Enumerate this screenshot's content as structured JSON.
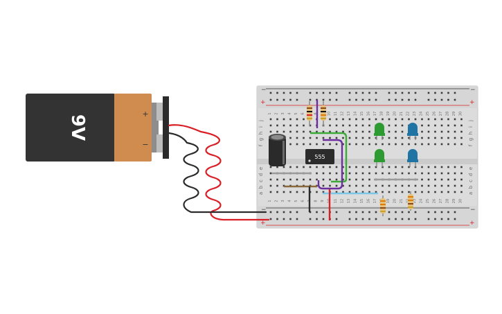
{
  "battery": {
    "voltage_label": "9V",
    "plus_symbol": "+",
    "minus_symbol": "−",
    "body_color": "#333333",
    "cap_color": "#d08c4f"
  },
  "breadboard": {
    "rail_minus": "−",
    "rail_plus": "+",
    "row_letters_top": [
      "j",
      "i",
      "h",
      "g",
      "f"
    ],
    "row_letters_bottom": [
      "e",
      "d",
      "c",
      "b",
      "a"
    ],
    "column_numbers": [
      "1",
      "2",
      "3",
      "4",
      "5",
      "6",
      "7",
      "8",
      "9",
      "10",
      "11",
      "12",
      "13",
      "14",
      "15",
      "16",
      "17",
      "18",
      "19",
      "20",
      "21",
      "22",
      "23",
      "24",
      "25",
      "26",
      "27",
      "28",
      "29",
      "30"
    ]
  },
  "components": {
    "chip_label": "555",
    "led_colors": [
      "#2e9b32",
      "#2e9b32",
      "#1f74a4",
      "#1f74a4"
    ],
    "capacitor": "electrolytic-capacitor",
    "resistor_count": 4
  },
  "colors": {
    "red_wire": "#d91f26",
    "black_wire": "#2b2b2b",
    "green_wire": "#3daa3a",
    "purple_wire": "#6d2fa0",
    "blue_wire": "#7cc7e8",
    "brown_wire": "#8a6a3c",
    "gray_wire": "#9a9a9a"
  }
}
